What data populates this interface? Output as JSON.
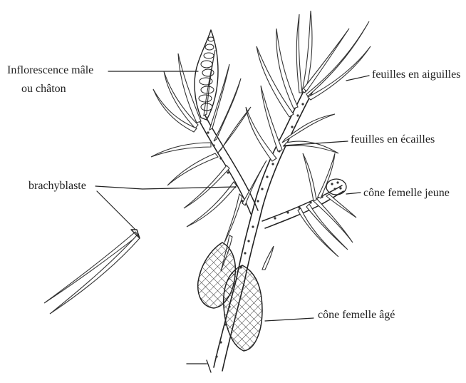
{
  "figure": {
    "labels": {
      "male_inflorescence_line1": "Inflorescence mâle",
      "male_inflorescence_line2": "ou châton",
      "needle_leaves": "feuilles en aiguilles",
      "scale_leaves": "feuilles en écailles",
      "brachyblast": "brachyblaste",
      "young_female_cone": "cône femelle jeune",
      "old_female_cone": "cône femelle âgé"
    },
    "colors": {
      "ink": "#222222",
      "background": "#ffffff"
    }
  }
}
